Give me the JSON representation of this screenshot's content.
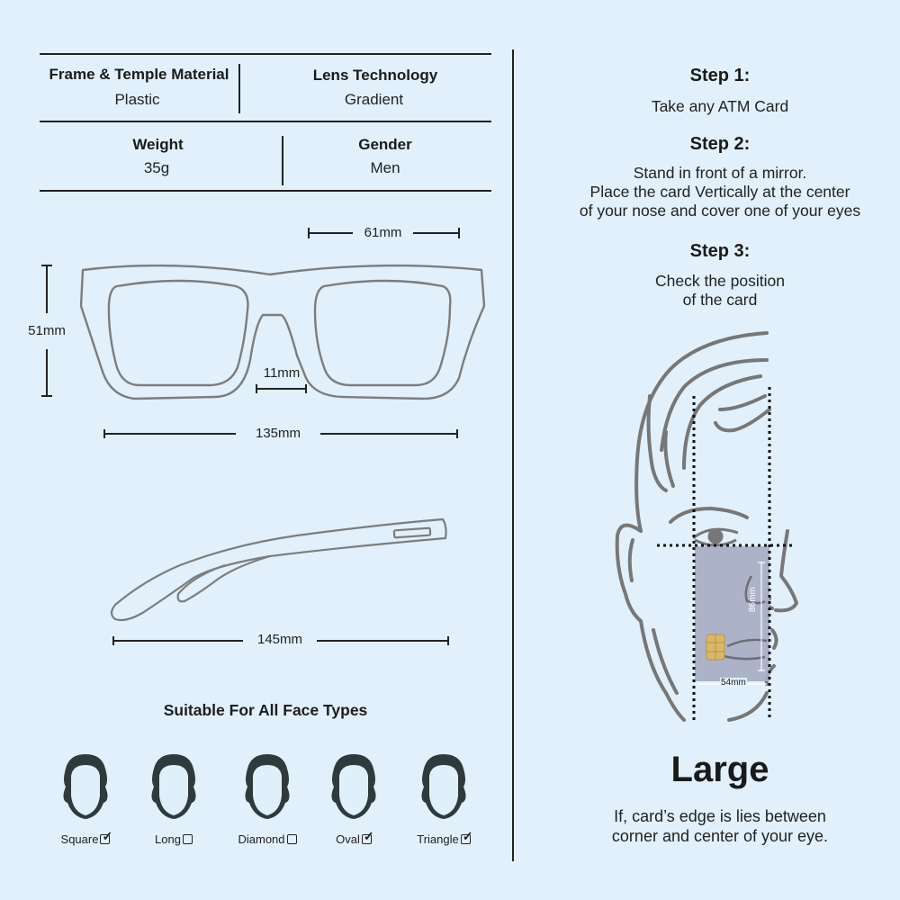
{
  "specs": {
    "frame_material": {
      "label": "Frame & Temple Material",
      "value": "Plastic"
    },
    "lens_technology": {
      "label": "Lens Technology",
      "value": "Gradient"
    },
    "weight": {
      "label": "Weight",
      "value": "35g"
    },
    "gender": {
      "label": "Gender",
      "value": "Men"
    }
  },
  "dimensions": {
    "lens_width": "61mm",
    "lens_height": "51mm",
    "bridge": "11mm",
    "frame_width": "135mm",
    "temple_length": "145mm"
  },
  "face_types": {
    "title": "Suitable For All Face Types",
    "items": [
      {
        "label": "Square",
        "checked": true
      },
      {
        "label": "Long",
        "checked": false
      },
      {
        "label": "Diamond",
        "checked": false
      },
      {
        "label": "Oval",
        "checked": true
      },
      {
        "label": "Triangle",
        "checked": true
      }
    ]
  },
  "steps": [
    {
      "title": "Step 1:",
      "lines": [
        "Take any ATM Card"
      ]
    },
    {
      "title": "Step 2:",
      "lines": [
        "Stand in front of a mirror.",
        "Place the card Vertically at the center",
        "of your nose and cover one of your eyes"
      ]
    },
    {
      "title": "Step 3:",
      "lines": [
        "Check the position",
        "of the card"
      ]
    }
  ],
  "card": {
    "height": "86mm",
    "width": "54mm"
  },
  "result": {
    "size": "Large",
    "lines": [
      "If, card’s edge is lies between",
      "corner and center of your eye."
    ]
  },
  "colors": {
    "background": "#e1f0fb",
    "outline": "#7d7d7d",
    "card": "#a9afc6",
    "chip": "#d9b86a",
    "face_fill": "#2f3a3c"
  }
}
